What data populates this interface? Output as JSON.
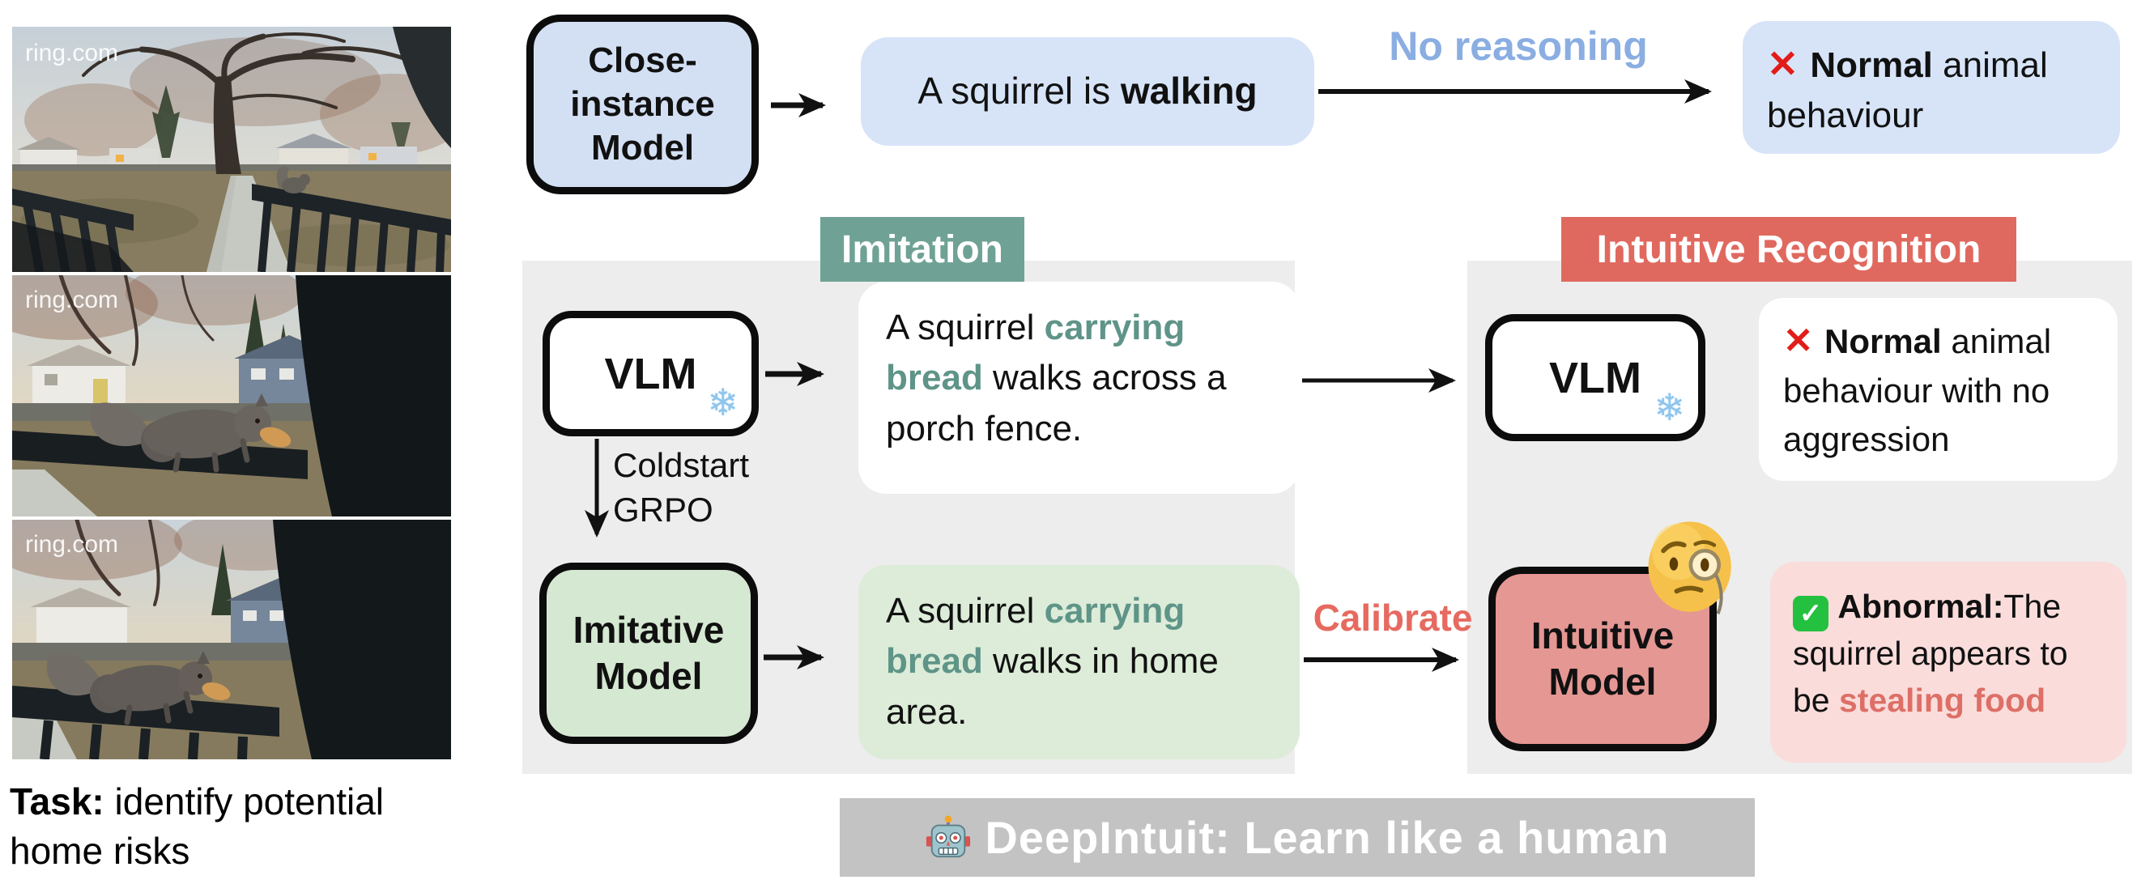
{
  "colors": {
    "panel_gray": "#ededed",
    "banner_gray": "#c3c3c3",
    "blue_box_fill": "#d7e4f8",
    "blue_model_fill": "#d3e0f4",
    "teal_header": "#6fa295",
    "teal_text": "#5f9488",
    "green_model_fill": "#d5e8d1",
    "green_caption_fill": "#dcecd8",
    "red_header": "#e0695f",
    "salmon_model_fill": "#e59793",
    "pink_caption_fill": "#fadcdb",
    "blue_label_text": "#8aaee2",
    "calibrate_red": "#e66a60",
    "cross_red": "#e21d19",
    "check_green": "#23c13f"
  },
  "photos": {
    "watermark": "ring.com"
  },
  "task": {
    "label": "Task:",
    "text": " identify potential home risks"
  },
  "baseline_flow": {
    "model_box": "Close-\ninstance\nModel",
    "caption_segments": [
      {
        "t": "A squirrel is "
      },
      {
        "t": "walking",
        "c": "b"
      }
    ],
    "arrow_label": "No reasoning",
    "verdict_segments": [
      {
        "t": "✕",
        "c": "x"
      },
      {
        "t": " "
      },
      {
        "t": "Normal",
        "c": "b"
      },
      {
        "t": " animal behaviour"
      }
    ]
  },
  "imitation": {
    "header": "Imitation",
    "vlm_label": "VLM",
    "snowflake_icon": "❄",
    "transfer_label": "Coldstart\nGRPO",
    "caption_segments": [
      {
        "t": "A squirrel "
      },
      {
        "t": "carrying bread",
        "c": "teal"
      },
      {
        "t": " walks across a porch fence."
      }
    ],
    "model_box": "Imitative\nModel",
    "caption2_segments": [
      {
        "t": "A squirrel "
      },
      {
        "t": "carrying bread",
        "c": "teal"
      },
      {
        "t": " walks in home area."
      }
    ]
  },
  "recognition": {
    "header": "Intuitive Recognition",
    "vlm_label": "VLM",
    "snowflake_icon": "❄",
    "verdict_segments": [
      {
        "t": "✕",
        "c": "x"
      },
      {
        "t": " "
      },
      {
        "t": "Normal",
        "c": "b"
      },
      {
        "t": " animal behaviour with no aggression"
      }
    ],
    "calibrate_label": "Calibrate",
    "model_box": "Intuitive\nModel",
    "verdict2_segments": [
      {
        "t": "✓",
        "c": "check"
      },
      {
        "t": "  "
      },
      {
        "t": "Abnormal:",
        "c": "b"
      },
      {
        "t": "The squirrel appears to be "
      },
      {
        "t": "stealing food",
        "c": "red"
      }
    ]
  },
  "banner": {
    "text": "DeepIntuit: Learn like a human"
  }
}
